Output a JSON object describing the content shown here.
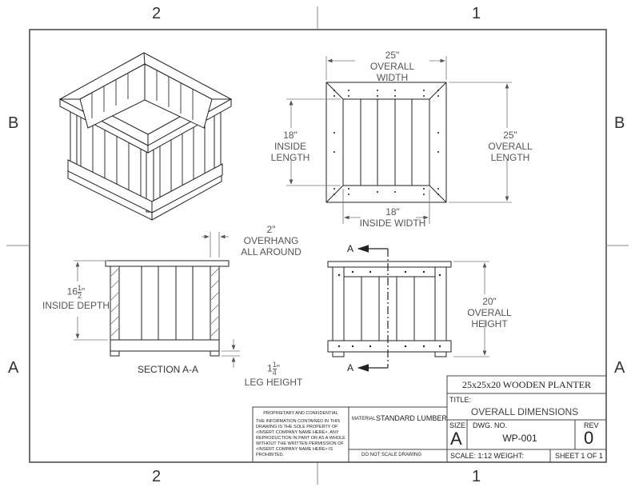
{
  "zones": {
    "top_left": "2",
    "top_right": "1",
    "bottom_left": "2",
    "bottom_right": "1",
    "left_upper": "B",
    "left_lower": "A",
    "right_upper": "B",
    "right_lower": "A"
  },
  "dimensions": {
    "overall_width_value": "25\"",
    "overall_width_label": "OVERALL WIDTH",
    "inside_length_value": "18\"",
    "inside_length_label": "INSIDE LENGTH",
    "overall_length_value": "25\"",
    "overall_length_label": "OVERALL LENGTH",
    "inside_width_value": "18\"",
    "inside_width_label": "INSIDE WIDTH",
    "overhang_value": "2\"",
    "overhang_label_1": "OVERHANG",
    "overhang_label_2": "ALL AROUND",
    "inside_depth_whole": "16",
    "inside_depth_num": "1",
    "inside_depth_den": "2",
    "inside_depth_label": "INSIDE DEPTH",
    "overall_height_value": "20\"",
    "overall_height_label": "OVERALL HEIGHT",
    "leg_height_whole": "1",
    "leg_height_num": "1",
    "leg_height_den": "4",
    "leg_height_label": "LEG HEIGHT",
    "section_label": "SECTION A-A",
    "section_marker": "A"
  },
  "title_block": {
    "drawing_title": "25x25x20 WOODEN PLANTER",
    "title_label": "TITLE:",
    "title_value": "OVERALL DIMENSIONS",
    "size_label": "SIZE",
    "size_value": "A",
    "dwg_label": "DWG.  NO.",
    "dwg_value": "WP-001",
    "rev_label": "REV",
    "rev_value": "0",
    "scale": "SCALE: 1:12 WEIGHT:",
    "sheet": "SHEET 1 OF 1",
    "material_label": "MATERIAL",
    "material_value": "STANDARD LUMBER",
    "do_not_scale": "DO NOT SCALE DRAWING",
    "proprietary_title": "PROPRIETARY AND CONFIDENTIAL",
    "proprietary_text": "THE INFORMATION CONTAINED IN THIS DRAWING IS THE SOLE PROPERTY OF <INSERT COMPANY NAME HERE>. ANY REPRODUCTION IN PART OR AS A WHOLE WITHOUT THE WRITTEN PERMISSION OF <INSERT COMPANY NAME HERE> IS PROHIBITED."
  }
}
